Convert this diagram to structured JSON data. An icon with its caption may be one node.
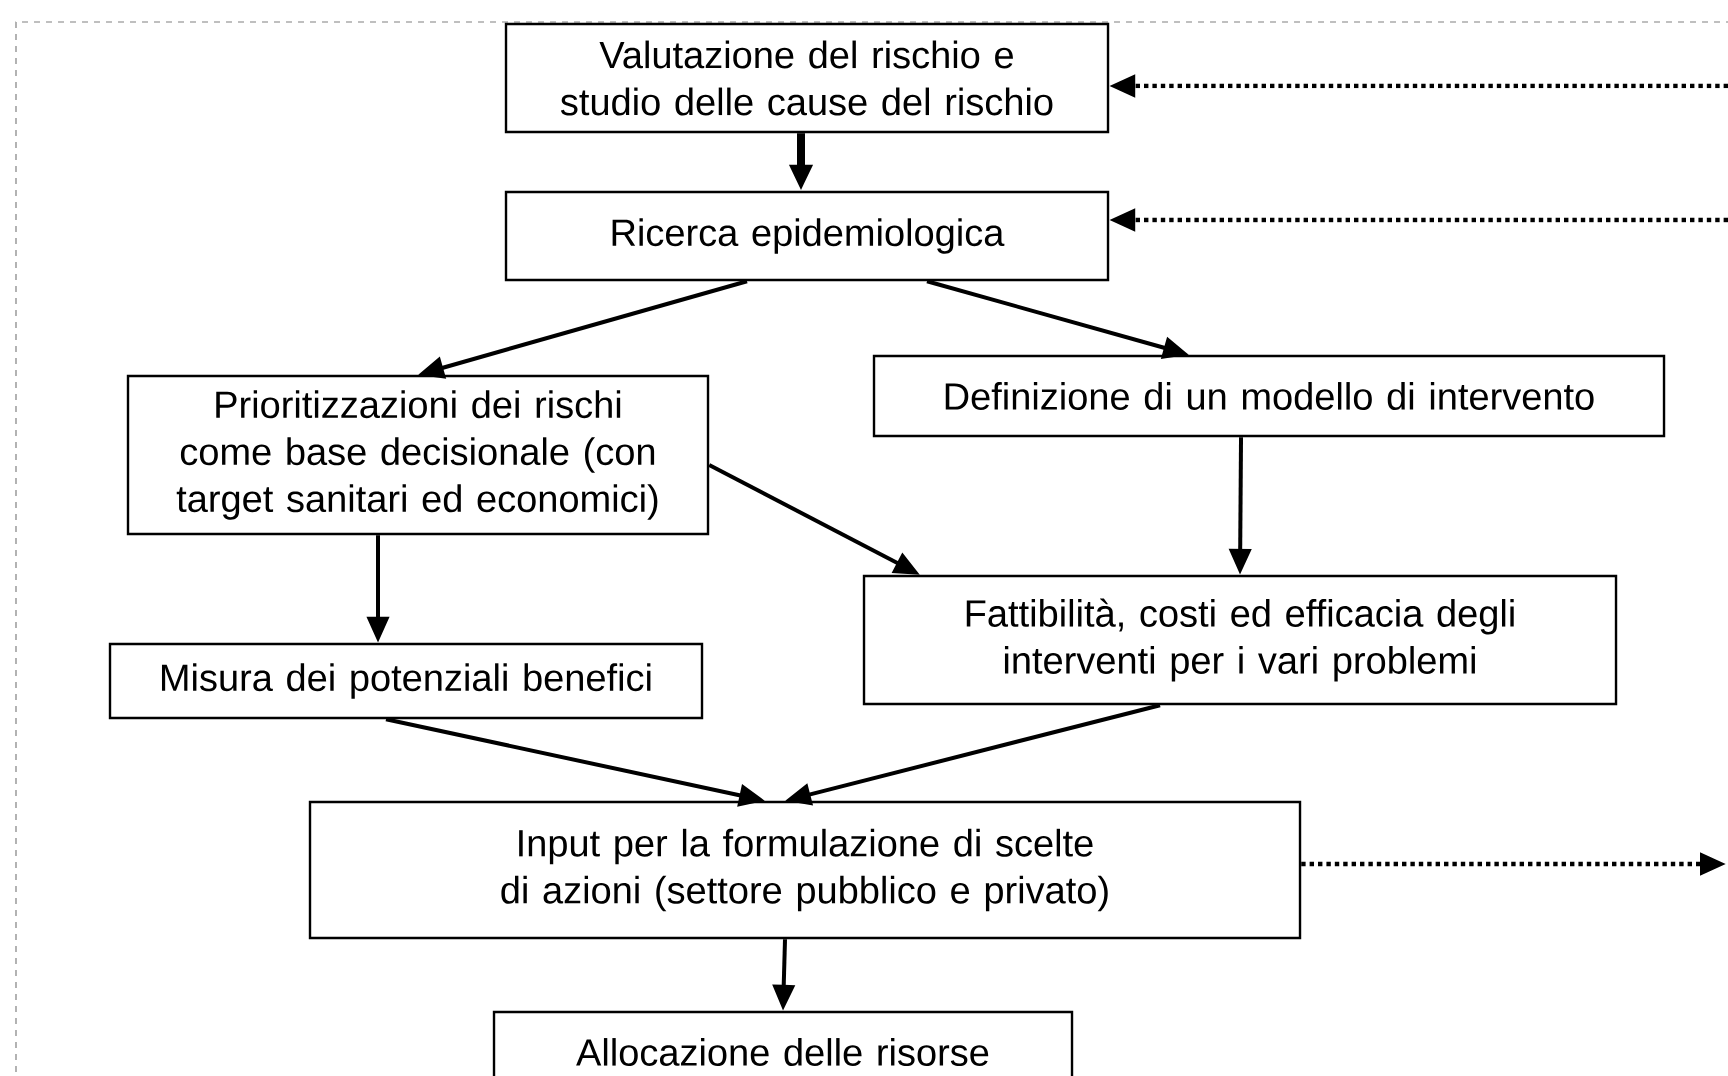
{
  "diagram": {
    "nodes": [
      {
        "text": [
          "Valutazione del rischio e studio delle cause del rischio"
        ]
      },
      {
        "text": [
          "Ricerca epidemiologica"
        ]
      },
      {
        "text": [
          "Prioritizzazioni dei rischi come base decisionale (con target sanitari ed economici)"
        ]
      },
      {
        "text": [
          "Definizione di un modello di intervento"
        ]
      },
      {
        "text": [
          "Misura dei potenziali benefici"
        ]
      },
      {
        "text": [
          "Fattibilità, costi ed efficacia degli interventi per i vari problemi"
        ]
      },
      {
        "text": [
          "Input per la formulazione di scelte di azioni (settore pubblico e privato)"
        ]
      },
      {
        "text": [
          "Allocazione delle risorse"
        ]
      }
    ],
    "edges": [
      {
        "from": 0,
        "to": 1,
        "arrow": "to",
        "style": "thick"
      },
      {
        "from": 1,
        "to": 2,
        "arrow": "to"
      },
      {
        "from": 1,
        "to": 3,
        "arrow": "to"
      },
      {
        "from": 2,
        "to": 4,
        "arrow": "to"
      },
      {
        "from": 2,
        "to": 5,
        "arrow": "to"
      },
      {
        "from": 3,
        "to": 5,
        "arrow": "to"
      },
      {
        "from": 4,
        "to": 6,
        "arrow": "to"
      },
      {
        "from": 5,
        "to": 6,
        "arrow": "to"
      },
      {
        "from": 6,
        "to": 7,
        "arrow": "to"
      },
      {
        "from": null,
        "to": 0,
        "arrow": "to",
        "style": "dashed"
      },
      {
        "from": null,
        "to": 1,
        "arrow": "to",
        "style": "dashed"
      },
      {
        "from": 6,
        "to": null,
        "arrow": "to",
        "style": "dashed"
      }
    ]
  }
}
